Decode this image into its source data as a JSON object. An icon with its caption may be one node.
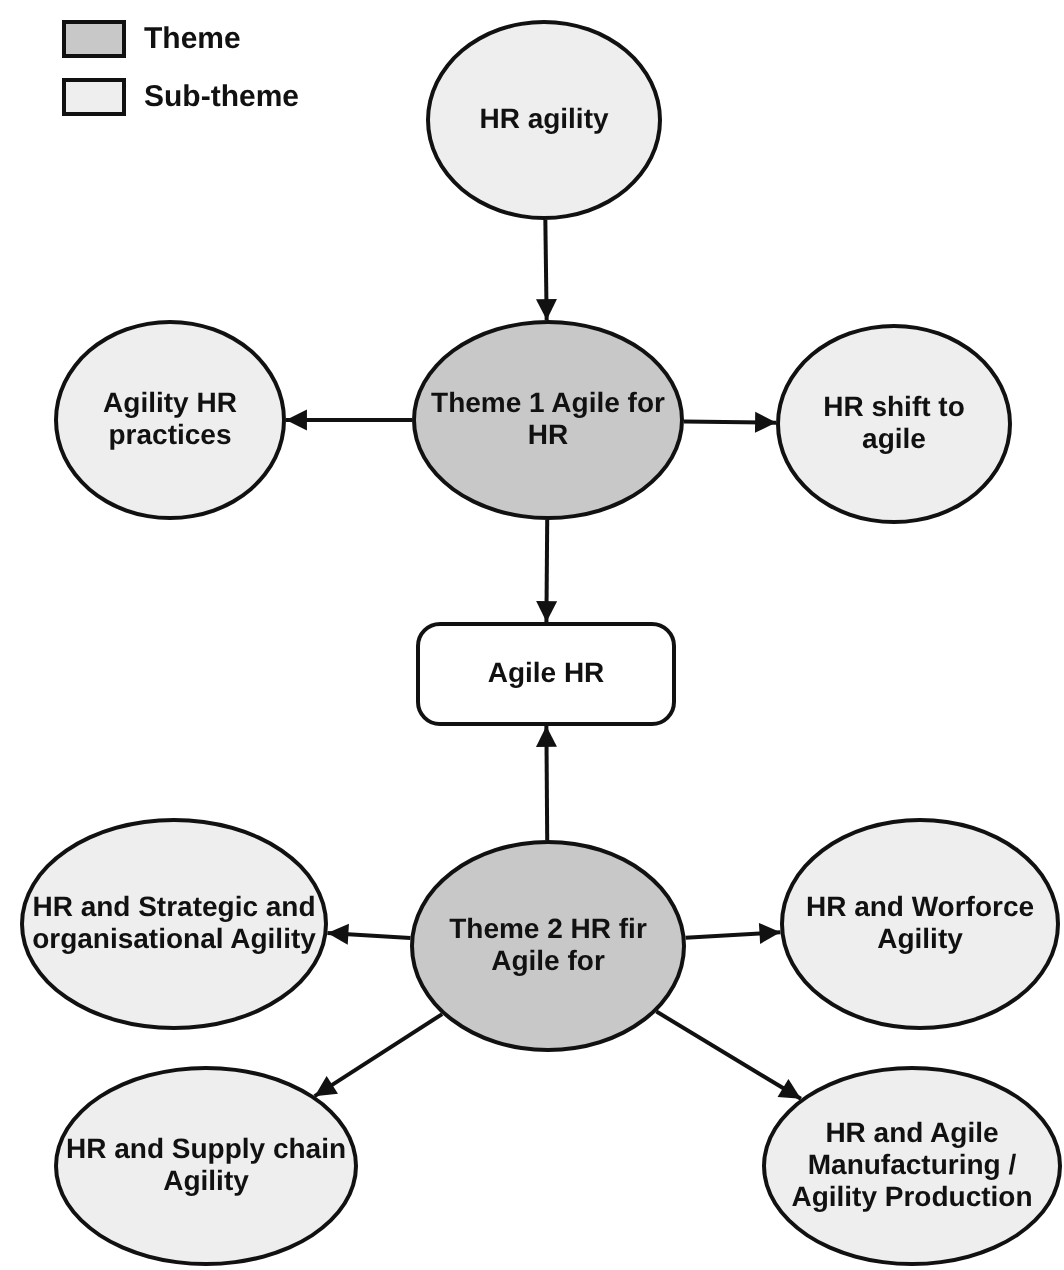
{
  "diagram": {
    "nodes": [
      {
        "text": [
          "HR agility"
        ]
      },
      {
        "text": [
          "Theme 1 Agile for HR"
        ]
      },
      {
        "text": [
          "Agility HR practices"
        ]
      },
      {
        "text": [
          "HR shift to agile"
        ]
      },
      {
        "text": [
          "Agile HR"
        ]
      },
      {
        "text": [
          "Theme 2 HR fir Agile for"
        ]
      },
      {
        "text": [
          "HR and Strategic and organisational Agility"
        ]
      },
      {
        "text": [
          "HR and Worforce Agility"
        ]
      },
      {
        "text": [
          "HR and Supply chain Agility"
        ]
      },
      {
        "text": [
          "HR and Agile Manufacturing / Agility Production"
        ]
      }
    ],
    "edges": [
      {
        "from": 0,
        "to": 1,
        "arrow": "to"
      },
      {
        "from": 1,
        "to": 2,
        "arrow": "to"
      },
      {
        "from": 1,
        "to": 3,
        "arrow": "to"
      },
      {
        "from": 1,
        "to": 4,
        "arrow": "to"
      },
      {
        "from": 5,
        "to": 4,
        "arrow": "to"
      },
      {
        "from": 5,
        "to": 6,
        "arrow": "to"
      },
      {
        "from": 5,
        "to": 7,
        "arrow": "to"
      },
      {
        "from": 5,
        "to": 8,
        "arrow": "to"
      },
      {
        "from": 5,
        "to": 9,
        "arrow": "to"
      }
    ],
    "legend": [
      {
        "text": "Theme",
        "color": "#c8c8c8"
      },
      {
        "text": "Sub-theme",
        "color": "#eeeeee"
      }
    ]
  }
}
